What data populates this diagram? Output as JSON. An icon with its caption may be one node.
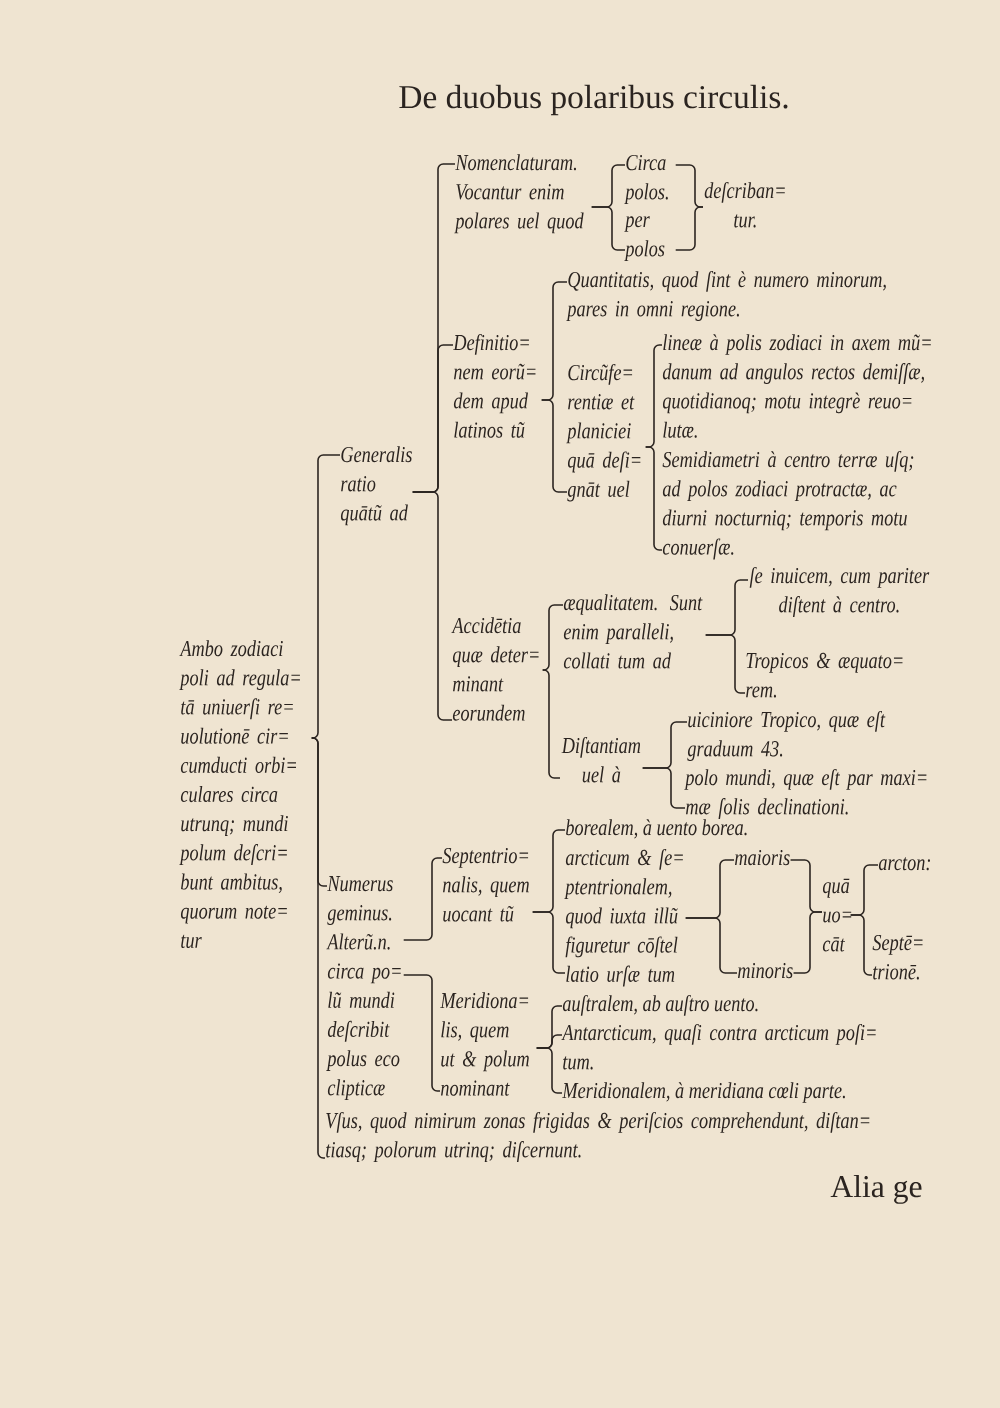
{
  "diagram": {
    "title": "De duobus polaribus circulis.",
    "nodes": [
      {
        "text": [
          "Ambo zodiaci poli ad regula= tā uniuerſi re= uolutionē cir= cumducti orbi= culares circa utrunq; mundi polum deſcri= bunt ambitus, quorum note= tur"
        ]
      },
      {
        "text": [
          "Generalis ratio quātũ ad"
        ]
      },
      {
        "text": [
          "Nomenclaturam. Vocantur enim polares uel quod"
        ]
      },
      {
        "text": [
          "Circa polos."
        ]
      },
      {
        "text": [
          "per polos"
        ]
      },
      {
        "text": [
          "deſcriban= tur."
        ]
      },
      {
        "text": [
          "Definitio= nem eorũ= dem apud latinos tũ"
        ]
      },
      {
        "text": [
          "Quantitatis, quod ſint è numero minorum, pares in omni regione."
        ]
      },
      {
        "text": [
          "Circũfe= rentiæ et planiciei quā deſi= gnāt uel"
        ]
      },
      {
        "text": [
          "lineæ à polis zodiaci in axem mũ= danum ad angulos rectos demiſſæ, quotidianoq; motu integrè reuo= lutæ."
        ]
      },
      {
        "text": [
          "Semidiametri à centro terræ uſq; ad polos zodiaci protractæ, ac diurni nocturniq; temporis motu conuerſæ."
        ]
      },
      {
        "text": [
          "Accidētia quæ deter= minant eorundem"
        ]
      },
      {
        "text": [
          "æqualitatem. Sunt enim paralleli, collati tum ad"
        ]
      },
      {
        "text": [
          "ſe inuicem, cum pariter diſtent à centro."
        ]
      },
      {
        "text": [
          "Tropicos & æquato= rem."
        ]
      },
      {
        "text": [
          "Diſtantiam uel à"
        ]
      },
      {
        "text": [
          "uiciniore Tropico, quæ eſt graduum 43."
        ]
      },
      {
        "text": [
          "polo mundi, quæ eſt par maxi= mæ ſolis declinationi."
        ]
      },
      {
        "text": [
          "Numerus geminus. Alterũ.n. circa po= lũ mundi deſcribit polus eco clipticæ"
        ]
      },
      {
        "text": [
          "Septentrio= nalis, quem uocant tũ"
        ]
      },
      {
        "text": [
          "borealem, à uento borea."
        ]
      },
      {
        "text": [
          "arcticum & ſe= ptentrionalem, quod iuxta illũ figuretur cōſtel latio urſæ tum"
        ]
      },
      {
        "text": [
          "maioris"
        ]
      },
      {
        "text": [
          "minoris"
        ]
      },
      {
        "text": [
          "quā uo= cāt"
        ]
      },
      {
        "text": [
          "arcton:"
        ]
      },
      {
        "text": [
          "Septē= trionē."
        ]
      },
      {
        "text": [
          "Meridiona= lis, quem ut & polum nominant"
        ]
      },
      {
        "text": [
          "auſtralem, ab auſtro uento."
        ]
      },
      {
        "text": [
          "Antarcticum, quaſi contra arcticum poſi= tum."
        ]
      },
      {
        "text": [
          "Meridionalem, à meridiana cœli parte."
        ]
      },
      {
        "text": [
          "Vſus, quod nimirum zonas frigidas & periſcios comprehendunt, diſtan= tiasq; polorum utrinq; diſcernunt."
        ]
      }
    ],
    "edges": [
      {
        "from": 0,
        "to": 1,
        "arrow": "none"
      },
      {
        "from": 0,
        "to": 18,
        "arrow": "none"
      },
      {
        "from": 0,
        "to": 31,
        "arrow": "none"
      },
      {
        "from": 1,
        "to": 2,
        "arrow": "none"
      },
      {
        "from": 1,
        "to": 6,
        "arrow": "none"
      },
      {
        "from": 1,
        "to": 11,
        "arrow": "none"
      },
      {
        "from": 2,
        "to": 3,
        "arrow": "none"
      },
      {
        "from": 2,
        "to": 4,
        "arrow": "none"
      },
      {
        "from": 3,
        "to": 5,
        "arrow": "none"
      },
      {
        "from": 4,
        "to": 5,
        "arrow": "none"
      },
      {
        "from": 6,
        "to": 7,
        "arrow": "none"
      },
      {
        "from": 6,
        "to": 8,
        "arrow": "none"
      },
      {
        "from": 8,
        "to": 9,
        "arrow": "none"
      },
      {
        "from": 8,
        "to": 10,
        "arrow": "none"
      },
      {
        "from": 11,
        "to": 12,
        "arrow": "none"
      },
      {
        "from": 11,
        "to": 15,
        "arrow": "none"
      },
      {
        "from": 12,
        "to": 13,
        "arrow": "none"
      },
      {
        "from": 12,
        "to": 14,
        "arrow": "none"
      },
      {
        "from": 15,
        "to": 16,
        "arrow": "none"
      },
      {
        "from": 15,
        "to": 17,
        "arrow": "none"
      },
      {
        "from": 18,
        "to": 19,
        "arrow": "none"
      },
      {
        "from": 18,
        "to": 27,
        "arrow": "none"
      },
      {
        "from": 19,
        "to": 20,
        "arrow": "none"
      },
      {
        "from": 19,
        "to": 21,
        "arrow": "none"
      },
      {
        "from": 21,
        "to": 22,
        "arrow": "none"
      },
      {
        "from": 21,
        "to": 23,
        "arrow": "none"
      },
      {
        "from": 22,
        "to": 24,
        "arrow": "none"
      },
      {
        "from": 23,
        "to": 24,
        "arrow": "none"
      },
      {
        "from": 24,
        "to": 25,
        "arrow": "none"
      },
      {
        "from": 24,
        "to": 26,
        "arrow": "none"
      },
      {
        "from": 27,
        "to": 28,
        "arrow": "none"
      },
      {
        "from": 27,
        "to": 29,
        "arrow": "none"
      },
      {
        "from": 27,
        "to": 30,
        "arrow": "none"
      }
    ],
    "labels": [
      "Alia ge"
    ]
  }
}
